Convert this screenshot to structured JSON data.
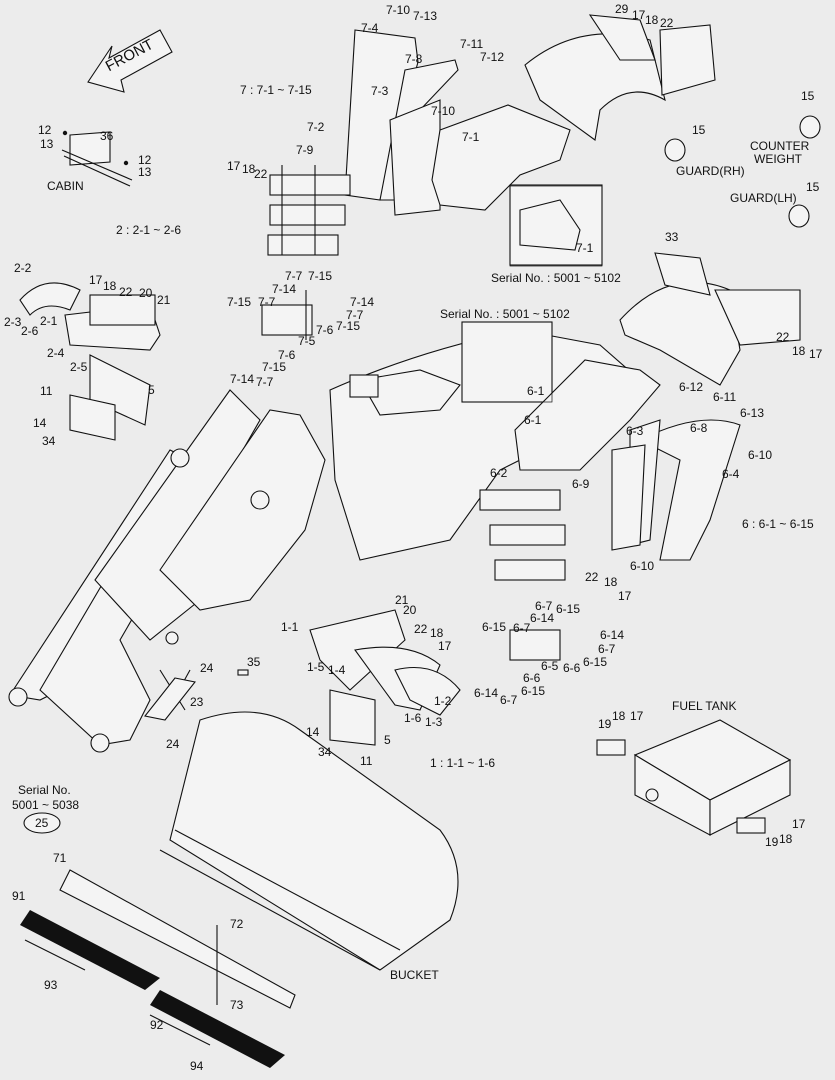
{
  "front_arrow_text": "FRONT",
  "group_notes": {
    "g7": "7 : 7-1 ~ 7-15",
    "g2": "2 : 2-1 ~ 2-6",
    "g1": "1 : 1-1 ~ 1-6",
    "g6": "6 : 6-1 ~ 6-15"
  },
  "serial_notes": {
    "fender_rear": "Serial No. : 5001 ~ 5102",
    "fender_front": "Serial No. : 5001 ~ 5102",
    "bucket_line1": "Serial No.",
    "bucket_line2": "5001 ~ 5038",
    "bucket_ref": "25"
  },
  "assembly_names": {
    "cabin": "CABIN",
    "counterweight_line1": "COUNTER",
    "counterweight_line2": "WEIGHT",
    "guard_rh": "GUARD(RH)",
    "guard_lh": "GUARD(LH)",
    "fuel_tank": "FUEL TANK",
    "bucket": "BUCKET"
  },
  "callouts": {
    "p7_10a": "7-10",
    "p7_13": "7-13",
    "p7_4": "7-4",
    "p7_11": "7-11",
    "p7_12": "7-12",
    "p7_8": "7-8",
    "p7_3": "7-3",
    "p7_10b": "7-10",
    "p7_1a": "7-1",
    "p7_2": "7-2",
    "p7_9": "7-9",
    "p7_1b": "7-1",
    "p17a": "17",
    "p18a": "18",
    "p22a": "22",
    "p7_7a": "7-7",
    "p7_15a": "7-15",
    "p7_14a": "7-14",
    "p7_15b": "7-15",
    "p7_7b": "7-7",
    "p7_14b": "7-14",
    "p7_7c": "7-7",
    "p7_6a": "7-6",
    "p7_15c": "7-15",
    "p7_5": "7-5",
    "p7_6b": "7-6",
    "p7_14c": "7-14",
    "p7_15d": "7-15",
    "p7_7d": "7-7",
    "p12a": "12",
    "p13a": "13",
    "p36": "36",
    "p12b": "12",
    "p13b": "13",
    "p29": "29",
    "p17b": "17",
    "p18b": "18",
    "p22b": "22",
    "p15a": "15",
    "p15b": "15",
    "p15c": "15",
    "p33": "33",
    "p22c": "22",
    "p18c": "18",
    "p17c": "17",
    "p2_2": "2-2",
    "p2_3": "2-3",
    "p2_6": "2-6",
    "p2_1": "2-1",
    "p2_4": "2-4",
    "p2_5": "2-5",
    "p17d": "17",
    "p18d": "18",
    "p22d": "22",
    "p20a": "20",
    "p21a": "21",
    "p11a": "11",
    "p5a": "5",
    "p14a": "14",
    "p34a": "34",
    "p6_1a": "6-1",
    "p6_1b": "6-1",
    "p6_12": "6-12",
    "p6_11": "6-11",
    "p6_13": "6-13",
    "p6_8": "6-8",
    "p6_3": "6-3",
    "p6_4": "6-4",
    "p6_10a": "6-10",
    "p6_10b": "6-10",
    "p6_2": "6-2",
    "p6_9": "6-9",
    "p22e": "22",
    "p18e": "18",
    "p17e": "17",
    "p6_7a": "6-7",
    "p6_15a": "6-15",
    "p6_15b": "6-15",
    "p6_7b": "6-7",
    "p6_14a": "6-14",
    "p6_14b": "6-14",
    "p6_7c": "6-7",
    "p6_15c": "6-15",
    "p6_5": "6-5",
    "p6_6a": "6-6",
    "p6_6b": "6-6",
    "p6_14c": "6-14",
    "p6_15d": "6-15",
    "p6_7d": "6-7",
    "p21b": "21",
    "p20b": "20",
    "p1_1": "1-1",
    "p22f": "22",
    "p18f": "18",
    "p17f": "17",
    "p1_5": "1-5",
    "p1_4": "1-4",
    "p1_2": "1-2",
    "p1_6": "1-6",
    "p1_3": "1-3",
    "p14b": "14",
    "p5b": "5",
    "p34b": "34",
    "p11b": "11",
    "p24a": "24",
    "p35": "35",
    "p23": "23",
    "p24b": "24",
    "p18g": "18",
    "p17g": "17",
    "p19a": "19",
    "p17h": "17",
    "p19b": "19",
    "p18h": "18",
    "p71": "71",
    "p91": "91",
    "p72": "72",
    "p93": "93",
    "p73": "73",
    "p92": "92",
    "p94": "94"
  }
}
